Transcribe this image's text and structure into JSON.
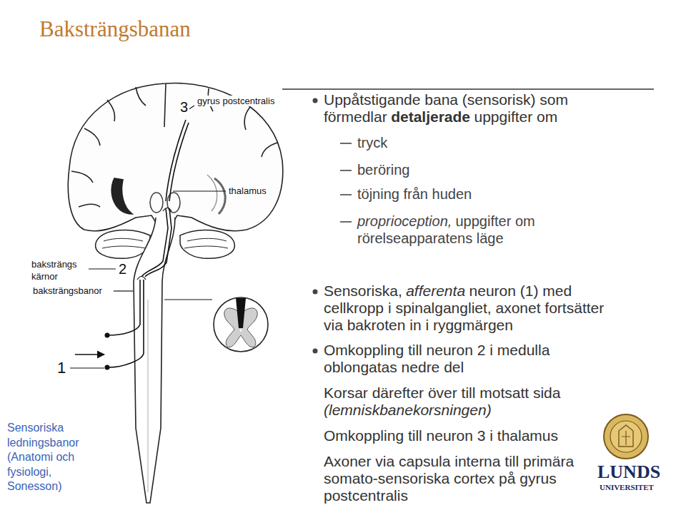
{
  "diagram": {
    "title": "Baksträngsbanan",
    "caption": "Sensoriska ledningsbanor (Anatomi och fysiologi, Sonesson)",
    "labels": [
      "3",
      "gyrus postcentralis",
      "thalamus",
      "baksträngs kärnor",
      "2",
      "baksträngsbanor",
      "1",
      "Uppåtstigande bana (sensorisk) som förmedlar",
      "detaljerade",
      "uppgifter om",
      "tryck",
      "beröring",
      "töjning från huden",
      "proprioception,",
      "uppgifter om rörelseapparatens läge",
      "Sensoriska,",
      "afferenta",
      "neuron (1) med cellkropp i spinalgangliet, axonet fortsätter via bakroten in i ryggmärgen",
      "Omkoppling till neuron 2 i medulla oblongatas nedre del",
      "Korsar därefter över till motsatt sida",
      "(lemniskbanekorsningen)",
      "Omkoppling till neuron 3 i thalamus",
      "Axoner via capsula interna till primära somato-sensoriska cortex på gyrus postcentralis",
      "LUNDS",
      "UNIVERSITET"
    ]
  }
}
